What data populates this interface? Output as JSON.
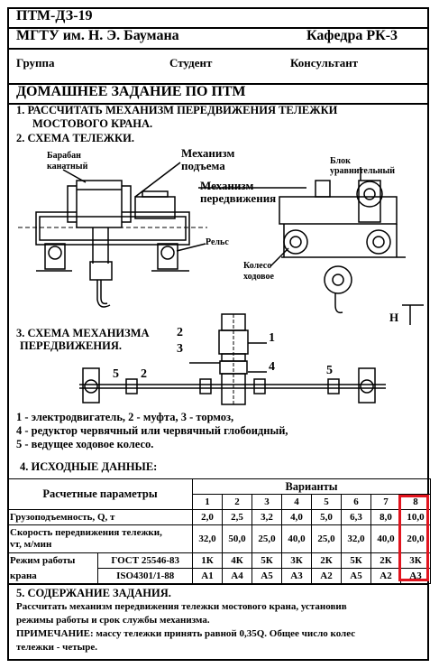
{
  "header": {
    "code": "ПТМ-ДЗ-19",
    "university": "МГТУ им. Н. Э. Баумана",
    "department": "Кафедра РК-3",
    "group_label": "Группа",
    "student_label": "Студент",
    "consultant_label": "Консультант"
  },
  "title": "ДОМАШНЕЕ ЗАДАНИЕ ПО ПТМ",
  "task": {
    "item1_line1": "1. РАССЧИТАТЬ МЕХАНИЗМ ПЕРЕДВИЖЕНИЯ ТЕЛЕЖКИ",
    "item1_line2": "МОСТОВОГО КРАНА.",
    "item2": "2. СХЕМА ТЕЛЕЖКИ."
  },
  "trolley_labels": {
    "drum_1": "Барабан",
    "drum_2": "канатный",
    "hoist_1": "Механизм",
    "hoist_2": "подъема",
    "travel_1": "Механизм",
    "travel_2": "передвижения",
    "block_1": "Блок",
    "block_2": "уравнительный",
    "rail": "Рельс",
    "wheel_1": "Колесо",
    "wheel_2": "ходовое",
    "height": "H"
  },
  "scheme": {
    "title_1": "3. СХЕМА МЕХАНИЗМА",
    "title_2": "ПЕРЕДВИЖЕНИЯ.",
    "n1": "1",
    "n2": "2",
    "n3": "3",
    "n4": "4",
    "n5a": "5",
    "n5b": "5",
    "n2b": "2"
  },
  "legend": {
    "l1": "1 - электродвигатель, 2 - муфта, 3 - тормоз,",
    "l2": "4 - редуктор червячный или червячный глобоидный,",
    "l3": "5 - ведущее ходовое колесо."
  },
  "initial_data_title": "4. ИСХОДНЫЕ ДАННЫЕ:",
  "table": {
    "params_header": "Расчетные параметры",
    "variants_header": "Варианты",
    "variants": [
      "1",
      "2",
      "3",
      "4",
      "5",
      "6",
      "7",
      "8"
    ],
    "capacity_label": "Грузоподъемность, Q, т",
    "capacity": [
      "2,0",
      "2,5",
      "3,2",
      "4,0",
      "5,0",
      "6,3",
      "8,0",
      "10,0"
    ],
    "speed_label_1": "Скорость передвижения тележки,",
    "speed_label_2": "vт, м/мин",
    "speed": [
      "32,0",
      "50,0",
      "25,0",
      "40,0",
      "25,0",
      "32,0",
      "40,0",
      "20,0"
    ],
    "mode_label_1": "Режим работы",
    "mode_label_2": "крана",
    "gost": "ГОСТ 25546-83",
    "iso": "ISO4301/1-88",
    "gost_values": [
      "1К",
      "4К",
      "5К",
      "3К",
      "2К",
      "5К",
      "2К",
      "3К"
    ],
    "iso_values": [
      "А1",
      "А4",
      "А5",
      "А3",
      "А2",
      "А5",
      "А2",
      "А3"
    ],
    "highlight_color": "#e1141e"
  },
  "content": {
    "title": "5. СОДЕРЖАНИЕ ЗАДАНИЯ.",
    "line1": "Рассчитать механизм передвижения тележки мостового крана, установив",
    "line2": "режимы работы и срок службы механизма.",
    "line3": "ПРИМЕЧАНИЕ:  массу тележки принять равной 0,35Q. Общее число колес",
    "line4": "тележки - четыре."
  }
}
